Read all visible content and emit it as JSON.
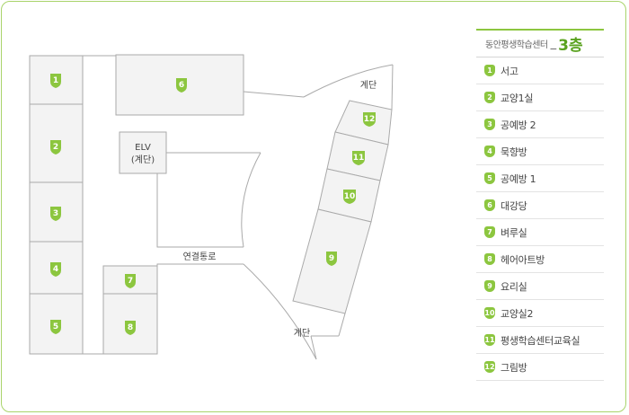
{
  "legend": {
    "title": "동안평생학습센터",
    "separator": "_",
    "floor": "3층",
    "items": [
      {
        "num": "1",
        "label": "서고"
      },
      {
        "num": "2",
        "label": "교양1실"
      },
      {
        "num": "3",
        "label": "공예방 2"
      },
      {
        "num": "4",
        "label": "묵향방"
      },
      {
        "num": "5",
        "label": "공예방 1"
      },
      {
        "num": "6",
        "label": "대강당"
      },
      {
        "num": "7",
        "label": "벼루실"
      },
      {
        "num": "8",
        "label": "헤어아트방"
      },
      {
        "num": "9",
        "label": "요리실"
      },
      {
        "num": "10",
        "label": "교양실2"
      },
      {
        "num": "11",
        "label": "평생학습센터교육실"
      },
      {
        "num": "12",
        "label": "그림방"
      }
    ]
  },
  "map": {
    "labels": {
      "elv_line1": "ELV",
      "elv_line2": "(계단)",
      "corridor": "연결통로",
      "stairs_top": "계단",
      "stairs_bottom": "계단"
    },
    "room_badges": [
      "1",
      "2",
      "3",
      "4",
      "5",
      "6",
      "7",
      "8",
      "9",
      "10",
      "11",
      "12"
    ]
  },
  "colors": {
    "accent_green": "#8cc63f",
    "room_fill": "#f3f3f3",
    "room_stroke": "#aaaaaa"
  }
}
